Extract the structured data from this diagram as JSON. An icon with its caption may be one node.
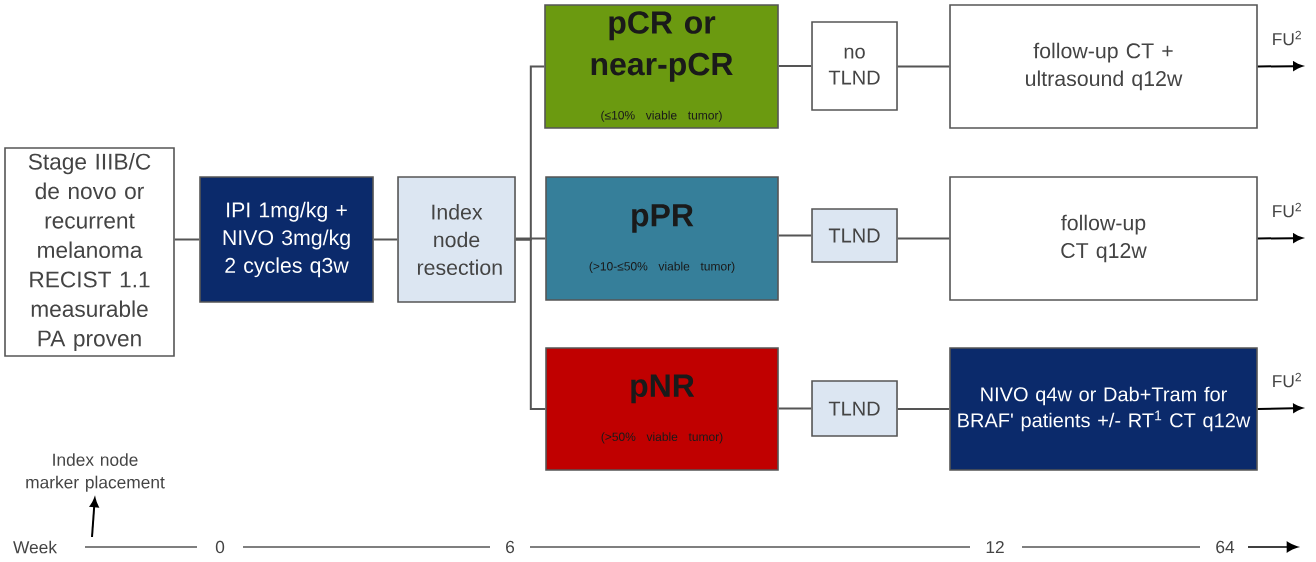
{
  "diagram": {
    "nodes": [
      {
        "text": [
          "Stage IIIB/C de novo or recurrent melanoma RECIST 1.1 measurable PA proven"
        ]
      },
      {
        "text": [
          "IPI 1mg/kg + NIVO 3mg/kg 2 cycles q3w"
        ]
      },
      {
        "text": [
          "Index node resection"
        ]
      },
      {
        "text": [
          "pCR or near-pCR",
          "(≤10% viable tumor)"
        ]
      },
      {
        "text": [
          "no TLND"
        ]
      },
      {
        "text": [
          "follow-up CT + ultrasound q12w"
        ]
      },
      {
        "text": [
          "pPR",
          "(>10-≤50% viable tumor)"
        ]
      },
      {
        "text": [
          "TLND"
        ]
      },
      {
        "text": [
          "follow-up CT q12w"
        ]
      },
      {
        "text": [
          "pNR",
          "(>50% viable tumor)"
        ]
      },
      {
        "text": [
          "TLND"
        ]
      },
      {
        "text": [
          "NIVO q4w or Dab+Tram for BRAF' patients +/- RT$^{1}$ CT q12w"
        ]
      },
      {
        "text": [
          "Index node marker placement"
        ]
      }
    ],
    "edges": [
      {
        "from": 0,
        "to": 1,
        "arrow": "none"
      },
      {
        "from": 1,
        "to": 2,
        "arrow": "none"
      },
      {
        "from": 2,
        "to": 3,
        "arrow": "none"
      },
      {
        "from": 2,
        "to": 6,
        "arrow": "none"
      },
      {
        "from": 2,
        "to": 9,
        "arrow": "none"
      },
      {
        "from": 3,
        "to": 4,
        "arrow": "none"
      },
      {
        "from": 4,
        "to": 5,
        "arrow": "none"
      },
      {
        "from": 6,
        "to": 7,
        "arrow": "none"
      },
      {
        "from": 7,
        "to": 8,
        "arrow": "none"
      },
      {
        "from": 9,
        "to": 10,
        "arrow": "none"
      },
      {
        "from": 10,
        "to": 11,
        "arrow": "none"
      },
      {
        "from": 5,
        "to": null,
        "arrow": "to",
        "label": "FU$^{2}$"
      },
      {
        "from": 8,
        "to": null,
        "arrow": "to",
        "label": "FU$^{2}$"
      },
      {
        "from": 11,
        "to": null,
        "arrow": "to",
        "label": "FU$^{2}$"
      },
      {
        "from": null,
        "to": 12,
        "arrow": "to"
      }
    ],
    "labels": [
      "Week",
      "0",
      "6",
      "12",
      "64"
    ]
  }
}
